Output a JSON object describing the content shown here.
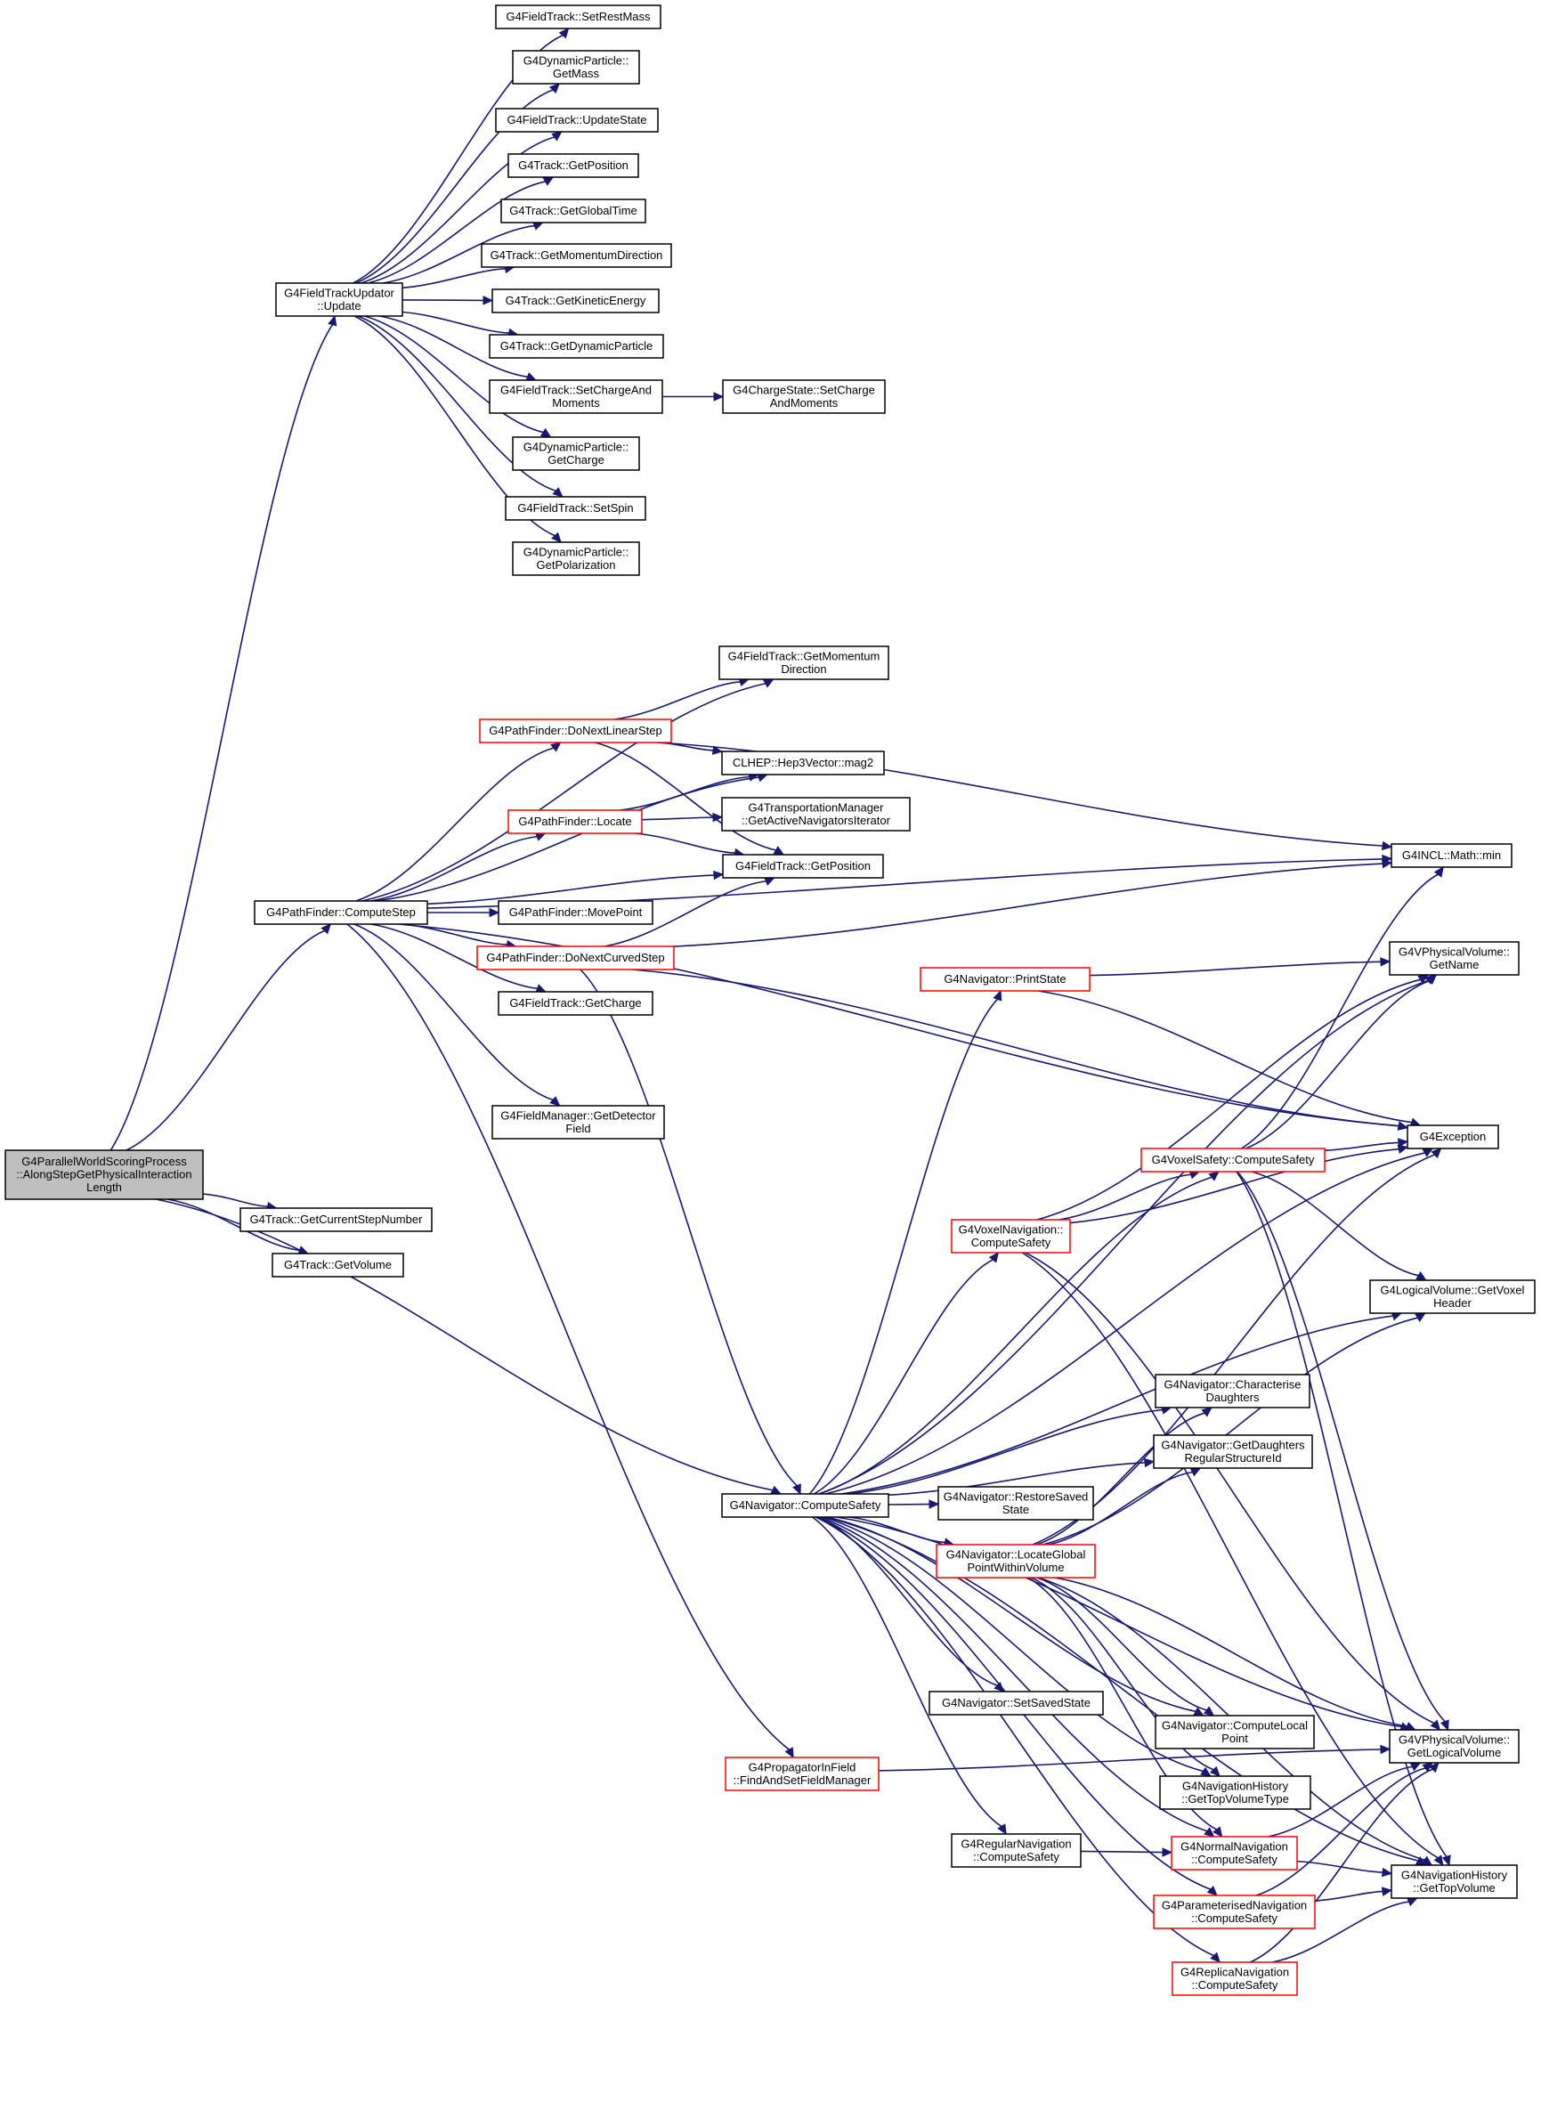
{
  "colors": {
    "edge": "#191970",
    "border_normal": "#000000",
    "border_truncated": "#ff0000",
    "fill_normal": "#ffffff",
    "fill_root": "#bfbfbf"
  },
  "nodes": [
    {
      "id": "root",
      "lines": [
        "G4ParallelWorldScoringProcess",
        "::AlongStepGetPhysicalInteraction",
        "Length"
      ],
      "style": "root"
    },
    {
      "id": "ftu_update",
      "lines": [
        "G4FieldTrackUpdator",
        "::Update"
      ],
      "style": "normal"
    },
    {
      "id": "ft_setrestmass",
      "lines": [
        "G4FieldTrack::SetRestMass"
      ],
      "style": "normal"
    },
    {
      "id": "dp_getmass",
      "lines": [
        "G4DynamicParticle::",
        "GetMass"
      ],
      "style": "normal"
    },
    {
      "id": "ft_updatestate",
      "lines": [
        "G4FieldTrack::UpdateState"
      ],
      "style": "normal"
    },
    {
      "id": "tr_getposition",
      "lines": [
        "G4Track::GetPosition"
      ],
      "style": "normal"
    },
    {
      "id": "tr_getglobaltime",
      "lines": [
        "G4Track::GetGlobalTime"
      ],
      "style": "normal"
    },
    {
      "id": "tr_getmomdir",
      "lines": [
        "G4Track::GetMomentumDirection"
      ],
      "style": "normal"
    },
    {
      "id": "tr_getkinetic",
      "lines": [
        "G4Track::GetKineticEnergy"
      ],
      "style": "normal"
    },
    {
      "id": "tr_getdynparticle",
      "lines": [
        "G4Track::GetDynamicParticle"
      ],
      "style": "normal"
    },
    {
      "id": "ft_setchargemoments",
      "lines": [
        "G4FieldTrack::SetChargeAnd",
        "Moments"
      ],
      "style": "normal"
    },
    {
      "id": "cs_setchargemoments",
      "lines": [
        "G4ChargeState::SetCharge",
        "AndMoments"
      ],
      "style": "normal"
    },
    {
      "id": "dp_getcharge",
      "lines": [
        "G4DynamicParticle::",
        "GetCharge"
      ],
      "style": "normal"
    },
    {
      "id": "ft_setspin",
      "lines": [
        "G4FieldTrack::SetSpin"
      ],
      "style": "normal"
    },
    {
      "id": "dp_getpolarization",
      "lines": [
        "G4DynamicParticle::",
        "GetPolarization"
      ],
      "style": "normal"
    },
    {
      "id": "pf_computestep",
      "lines": [
        "G4PathFinder::ComputeStep"
      ],
      "style": "normal"
    },
    {
      "id": "ft_getmomdir",
      "lines": [
        "G4FieldTrack::GetMomentum",
        "Direction"
      ],
      "style": "normal"
    },
    {
      "id": "pf_donextlinear",
      "lines": [
        "G4PathFinder::DoNextLinearStep"
      ],
      "style": "truncated"
    },
    {
      "id": "clhep_mag2",
      "lines": [
        "CLHEP::Hep3Vector::mag2"
      ],
      "style": "normal"
    },
    {
      "id": "pf_locate",
      "lines": [
        "G4PathFinder::Locate"
      ],
      "style": "truncated"
    },
    {
      "id": "tm_getactivenav",
      "lines": [
        "G4TransportationManager",
        "::GetActiveNavigatorsIterator"
      ],
      "style": "normal"
    },
    {
      "id": "ft_getposition",
      "lines": [
        "G4FieldTrack::GetPosition"
      ],
      "style": "normal"
    },
    {
      "id": "pf_movepoint",
      "lines": [
        "G4PathFinder::MovePoint"
      ],
      "style": "normal"
    },
    {
      "id": "pf_donextcurved",
      "lines": [
        "G4PathFinder::DoNextCurvedStep"
      ],
      "style": "truncated"
    },
    {
      "id": "ft_getcharge",
      "lines": [
        "G4FieldTrack::GetCharge"
      ],
      "style": "normal"
    },
    {
      "id": "fm_getdetfield",
      "lines": [
        "G4FieldManager::GetDetector",
        "Field"
      ],
      "style": "normal"
    },
    {
      "id": "incl_min",
      "lines": [
        "G4INCL::Math::min"
      ],
      "style": "normal"
    },
    {
      "id": "nav_printstate",
      "lines": [
        "G4Navigator::PrintState"
      ],
      "style": "truncated"
    },
    {
      "id": "vpv_getname",
      "lines": [
        "G4VPhysicalVolume::",
        "GetName"
      ],
      "style": "normal"
    },
    {
      "id": "g4exception",
      "lines": [
        "G4Exception"
      ],
      "style": "normal"
    },
    {
      "id": "vs_computesafety",
      "lines": [
        "G4VoxelSafety::ComputeSafety"
      ],
      "style": "truncated"
    },
    {
      "id": "vn_computesafety",
      "lines": [
        "G4VoxelNavigation::",
        "ComputeSafety"
      ],
      "style": "truncated"
    },
    {
      "id": "lv_getvoxelheader",
      "lines": [
        "G4LogicalVolume::GetVoxel",
        "Header"
      ],
      "style": "normal"
    },
    {
      "id": "tr_getcurrentstep",
      "lines": [
        "G4Track::GetCurrentStepNumber"
      ],
      "style": "normal"
    },
    {
      "id": "tr_getvolume",
      "lines": [
        "G4Track::GetVolume"
      ],
      "style": "normal"
    },
    {
      "id": "nav_characterise",
      "lines": [
        "G4Navigator::Characterise",
        "Daughters"
      ],
      "style": "normal"
    },
    {
      "id": "nav_getdaughtersregular",
      "lines": [
        "G4Navigator::GetDaughters",
        "RegularStructureId"
      ],
      "style": "normal"
    },
    {
      "id": "nav_computesafety",
      "lines": [
        "G4Navigator::ComputeSafety"
      ],
      "style": "normal"
    },
    {
      "id": "nav_restoresaved",
      "lines": [
        "G4Navigator::RestoreSaved",
        "State"
      ],
      "style": "normal"
    },
    {
      "id": "nav_locateglobal",
      "lines": [
        "G4Navigator::LocateGlobal",
        "PointWithinVolume"
      ],
      "style": "truncated"
    },
    {
      "id": "nav_setsavedstate",
      "lines": [
        "G4Navigator::SetSavedState"
      ],
      "style": "normal"
    },
    {
      "id": "nav_computelocal",
      "lines": [
        "G4Navigator::ComputeLocal",
        "Point"
      ],
      "style": "normal"
    },
    {
      "id": "vpv_getlogical",
      "lines": [
        "G4VPhysicalVolume::",
        "GetLogicalVolume"
      ],
      "style": "normal"
    },
    {
      "id": "pif_findsetfm",
      "lines": [
        "G4PropagatorInField",
        "::FindAndSetFieldManager"
      ],
      "style": "truncated"
    },
    {
      "id": "nh_gettopvoltype",
      "lines": [
        "G4NavigationHistory",
        "::GetTopVolumeType"
      ],
      "style": "normal"
    },
    {
      "id": "rn_computesafety",
      "lines": [
        "G4RegularNavigation",
        "::ComputeSafety"
      ],
      "style": "normal"
    },
    {
      "id": "nn_computesafety",
      "lines": [
        "G4NormalNavigation",
        "::ComputeSafety"
      ],
      "style": "truncated"
    },
    {
      "id": "nh_gettopvolume",
      "lines": [
        "G4NavigationHistory",
        "::GetTopVolume"
      ],
      "style": "normal"
    },
    {
      "id": "pn_computesafety",
      "lines": [
        "G4ParameterisedNavigation",
        "::ComputeSafety"
      ],
      "style": "truncated"
    },
    {
      "id": "repn_computesafety",
      "lines": [
        "G4ReplicaNavigation",
        "::ComputeSafety"
      ],
      "style": "truncated"
    }
  ]
}
